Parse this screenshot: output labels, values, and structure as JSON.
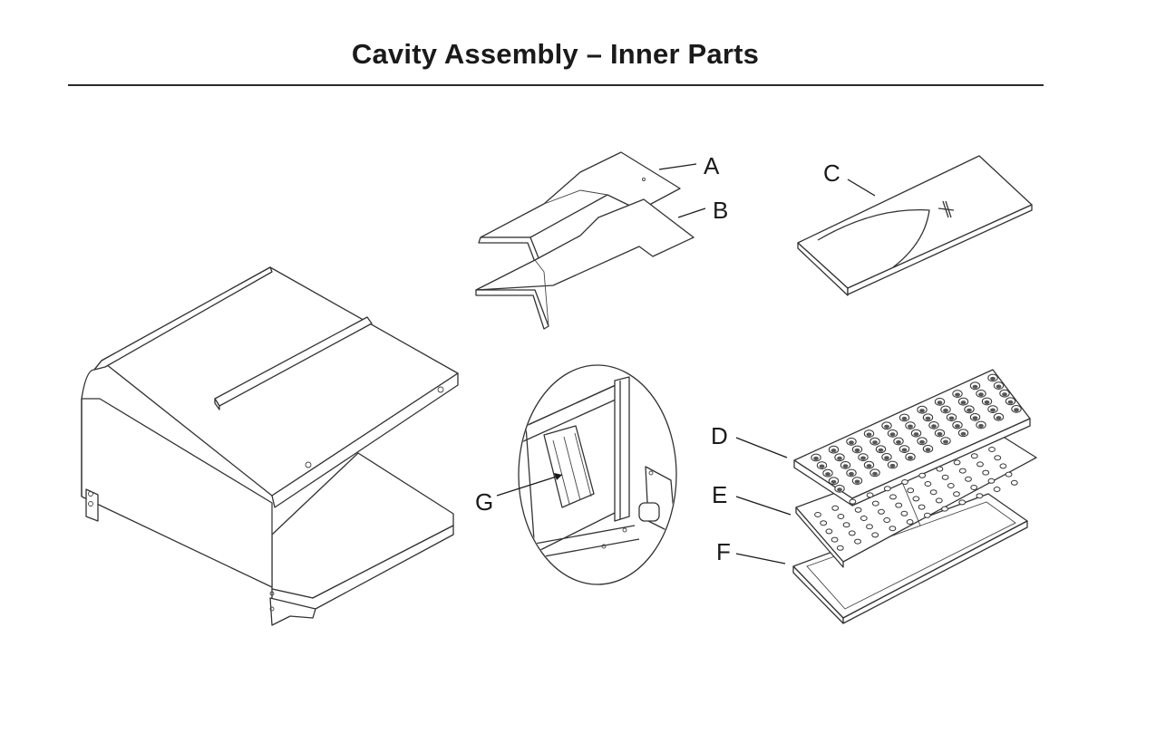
{
  "header": {
    "title": "Cavity Assembly – Inner Parts"
  },
  "callouts": {
    "a": "A",
    "b": "B",
    "c": "C",
    "d": "D",
    "e": "E",
    "f": "F",
    "g": "G"
  }
}
